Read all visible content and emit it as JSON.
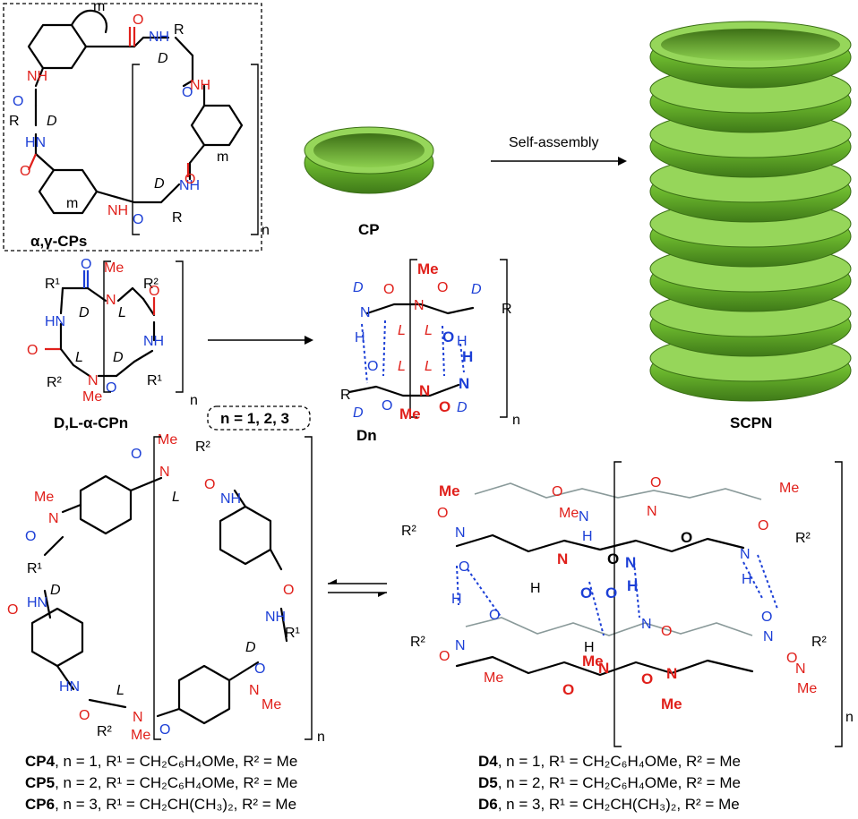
{
  "labels": {
    "cps": "α,γ-CPs",
    "cp": "CP",
    "self_assembly": "Self-assembly",
    "scpn": "SCPN",
    "cpn": "D,L-α-CPn",
    "dn": "Dn",
    "n_values": "n = 1, 2, 3",
    "n": "n",
    "m": "m",
    "D": "D",
    "L": "L",
    "R": "R",
    "R1": "R¹",
    "R2": "R²",
    "NH": "NH",
    "HN": "HN",
    "N": "N",
    "O": "O",
    "H": "H",
    "Me": "Me"
  },
  "legend_left": [
    {
      "name": "CP4",
      "text": ", n = 1, R¹ = CH₂C₆H₄OMe, R² = Me"
    },
    {
      "name": "CP5",
      "text": ", n = 2, R¹ = CH₂C₆H₄OMe, R² = Me"
    },
    {
      "name": "CP6",
      "text": ", n = 3, R¹ = CH₂CH(CH₃)₂, R² = Me"
    }
  ],
  "legend_right": [
    {
      "name": "D4",
      "text": ", n = 1, R¹ = CH₂C₆H₄OMe, R² = Me"
    },
    {
      "name": "D5",
      "text": ", n = 2, R¹ = CH₂C₆H₄OMe, R² = Me"
    },
    {
      "name": "D6",
      "text": ", n = 3, R¹ = CH₂CH(CH₃)₂, R² = Me"
    }
  ],
  "colors": {
    "ring_green": "#7cc53a",
    "ring_dark": "#4e8a1e",
    "atom_red": "#e0201b",
    "atom_blue": "#1c3fd6"
  },
  "stack_ring_count": 8
}
